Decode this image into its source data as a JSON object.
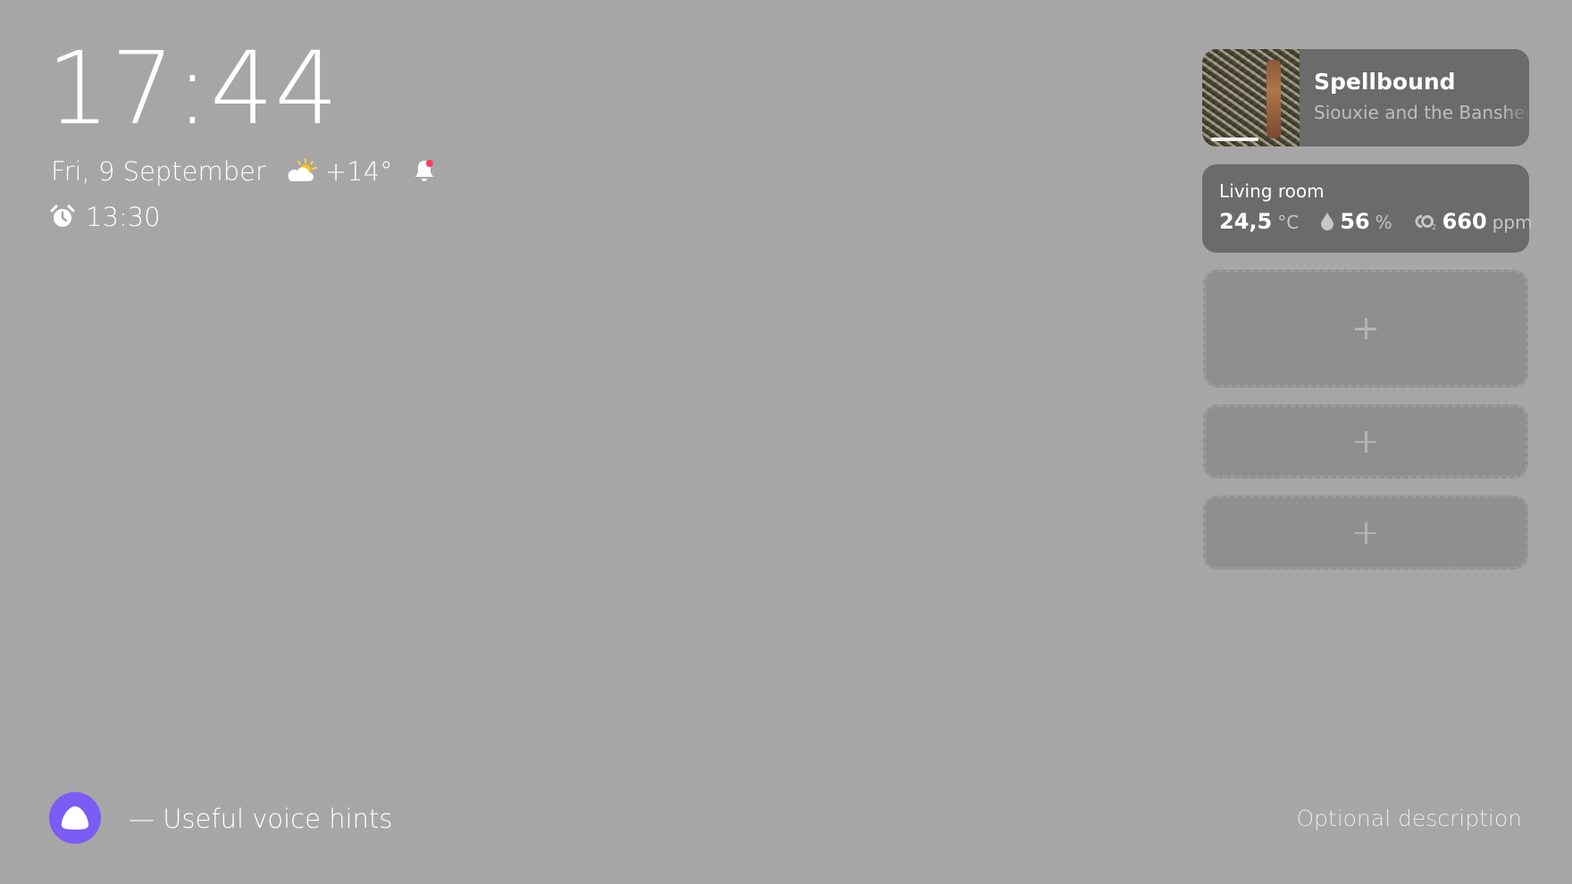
{
  "clock": {
    "time": "17:44"
  },
  "status": {
    "date": "Fri, 9 September",
    "weather_icon": "partly-sunny-icon",
    "temperature": "+14°",
    "notification_icon": "bell-icon",
    "alarm_icon": "alarm-clock-icon",
    "alarm_time": "13:30"
  },
  "music": {
    "track": "Spellbound",
    "artist": "Siouxie and the Banshees",
    "progress": 0.6
  },
  "room": {
    "name": "Living room",
    "temperature": {
      "value": "24,5",
      "unit": "°C"
    },
    "humidity": {
      "value": "56",
      "unit": "%"
    },
    "co2": {
      "value": "660",
      "unit": "ppm"
    }
  },
  "slots": [
    {
      "icon": "plus-icon"
    },
    {
      "icon": "plus-icon"
    },
    {
      "icon": "plus-icon"
    }
  ],
  "footer": {
    "hint": "— Useful voice hints",
    "description": "Optional description"
  },
  "colors": {
    "background": "#a6a6a6",
    "card": "#6b6b6b",
    "assistant": "#7b5cf5",
    "notification_dot": "#ff3b5c"
  }
}
